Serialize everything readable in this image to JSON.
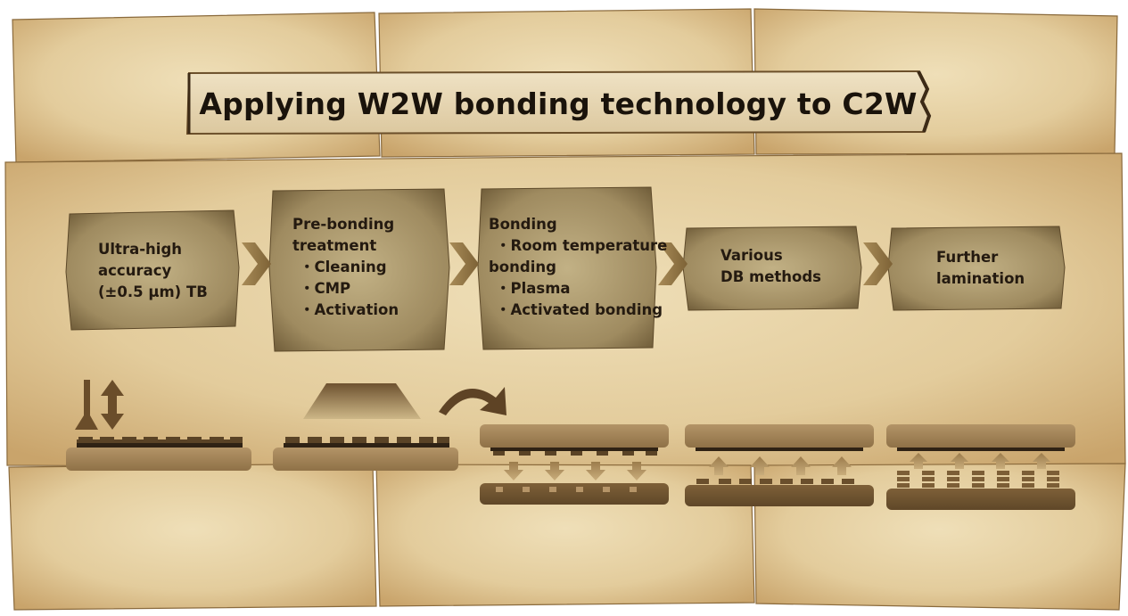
{
  "title": "Applying W2W bonding technology to C2W",
  "steps": [
    {
      "lines": [
        "Ultra-high",
        "accuracy",
        "(±0.5 μm) TB"
      ]
    },
    {
      "heading": "Pre-bonding",
      "heading2": "treatment",
      "items": [
        "Cleaning",
        "CMP",
        "Activation"
      ]
    },
    {
      "heading": "Bonding",
      "items": [
        "Room temperature"
      ],
      "cont": "bonding",
      "items2": [
        "Plasma",
        "Activated bonding"
      ]
    },
    {
      "lines": [
        "Various",
        "DB methods"
      ]
    },
    {
      "lines": [
        "Further",
        "lamination"
      ]
    }
  ],
  "colors": {
    "parchment": "#e6d2a6",
    "parchment_dark": "#b08a55",
    "box": "#9f8a5e",
    "arrow": "#8e7344",
    "chip": "#5a4326",
    "plate_light": "#a3865a",
    "plate_dark": "#6e5330",
    "text": "#1a130b"
  },
  "icons": [
    "tool-icon",
    "up-down-arrow-icon",
    "pad-icon",
    "flip-arrow-icon",
    "up-arrow-icon",
    "down-arrow-icon"
  ]
}
